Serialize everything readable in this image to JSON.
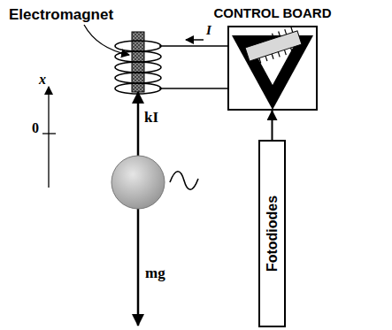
{
  "diagram": {
    "nodes": [
      {
        "text": [
          "CONTROL BOARD"
        ]
      },
      {
        "text": [
          "Fotodiodes"
        ]
      }
    ],
    "edges": [
      {
        "from": 1,
        "to": 0,
        "arrow": "to"
      }
    ],
    "labels": [
      "Electromagnet",
      "I",
      "x",
      "0",
      "kI",
      "mg"
    ]
  }
}
